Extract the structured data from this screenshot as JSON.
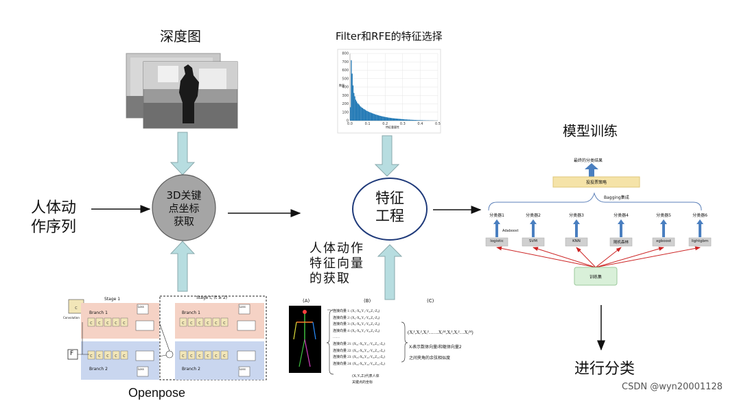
{
  "titles": {
    "depth": "深度图",
    "filter": "Filter和RFE的特征选择",
    "train": "模型训练",
    "openpose": "Openpose",
    "classify": "进行分类"
  },
  "input_label": [
    "人体动",
    "作序列"
  ],
  "keypoint_node": [
    "3D关键",
    "点坐标",
    "获取"
  ],
  "feature_node": [
    "特征",
    "工程"
  ],
  "vector_label": [
    "人体动作",
    "特征向量",
    "的获取"
  ],
  "ensemble": {
    "top": "最终的分类结果",
    "vote": "投投票策略",
    "bagging": "Bagging集成",
    "classifiers": [
      "分类器1",
      "分类器2",
      "分类器3",
      "分类器4",
      "分类器5",
      "分类器6"
    ],
    "models": [
      "logistic",
      "SVM",
      "KNN",
      "随机森林",
      "xgboost",
      "lightgbm"
    ],
    "adaboost": "Adaboost",
    "train_set": "训练集"
  },
  "openpose_fig": {
    "stage1": "Stage 1",
    "staget": "Stage t, (t ≥ 2)",
    "branch1": "Branch 1",
    "branch2": "Branch 2",
    "conv": "Convolution",
    "loss": "Loss",
    "input": "F"
  },
  "vector_fig": {
    "panels": [
      "(A)",
      "(B)",
      "(C)"
    ],
    "rows": [
      "连接向量 1:   (X₁-X₀,Y₁-Y₀,Z₁-Z₀)",
      "连接向量 2:   (X₂-X₀,Y₂-Y₀,Z₂-Z₀)",
      "连接向量 3:   (X₃-X₀,Y₃-Y₀,Z₃-Z₀)",
      "连接向量 4:   (X₄-X₀,Y₄-Y₀,Z₄-Z₀)",
      "……",
      "连接向量 21:  (X₂₁-X₀,Y₂₁-Y₀,Z₂₁-Z₀)",
      "连接向量 22:  (X₂₂-X₀,Y₂₂-Y₀,Z₂₂-Z₀)",
      "连接向量 23:  (X₂₃-X₀,Y₂₃-Y₀,Z₂₃-Z₀)",
      "连接向量 24:  (X₂₄-X₀,Y₂₄-Y₀,Z₂₄-Z₀)"
    ],
    "formula": "(Xᵢ¹,Xᵢ²,Xᵢ³……Xᵢ²⁴,Xᵢ¹,Xᵢ²…Xᵢ²⁴)",
    "note": [
      "Xᵢ表示数体向量i和躯体向量2",
      "之间夹角的余弦相似度"
    ],
    "caption": [
      "(Xᵢ,Yᵢ,Zᵢ)代表人体",
      "关键点的坐标"
    ]
  },
  "chart_data": {
    "type": "bar",
    "title": "",
    "xlabel": "特征重要性",
    "ylabel": "数量",
    "xticks": [
      "0.0",
      "0.1",
      "0.2",
      "0.3",
      "0.4",
      "0.5"
    ],
    "yticks": [
      "0",
      "100",
      "200",
      "300",
      "400",
      "500",
      "600",
      "700",
      "800"
    ],
    "ylim": [
      0,
      800
    ],
    "xlim": [
      0,
      0.5
    ],
    "grid": true,
    "color": "#1f77b4",
    "values": [
      160,
      720,
      560,
      420,
      330,
      290,
      250,
      230,
      210,
      200,
      190,
      175,
      165,
      155,
      150,
      140,
      135,
      128,
      120,
      115,
      110,
      105,
      100,
      96,
      92,
      88,
      84,
      80,
      76,
      72,
      70,
      66,
      63,
      60,
      57,
      54,
      52,
      50,
      47,
      45,
      43,
      41,
      39,
      37,
      35,
      34,
      32,
      31,
      29,
      28,
      27,
      26,
      25,
      24,
      23,
      22,
      21,
      20,
      19,
      18,
      17,
      16,
      15,
      14,
      14,
      13,
      12,
      12,
      11,
      10,
      10,
      9,
      9,
      8,
      8,
      7,
      7,
      6,
      6,
      6,
      5,
      5,
      5,
      4,
      4,
      4,
      3,
      3,
      3,
      3,
      2,
      2,
      2,
      2,
      2,
      1,
      1,
      1,
      1,
      1
    ]
  },
  "watermark": "CSDN @wyn20001128",
  "colors": {
    "arrow_fill": "#b7dde0",
    "arrow_stroke": "#8aa9ac",
    "node_gray": "#a5a5a5",
    "red_line": "#cc2222",
    "blue_arrow": "#4a7fc0",
    "vote_box": "#f5e3a8",
    "trainset_box": "#d9f0d9"
  }
}
